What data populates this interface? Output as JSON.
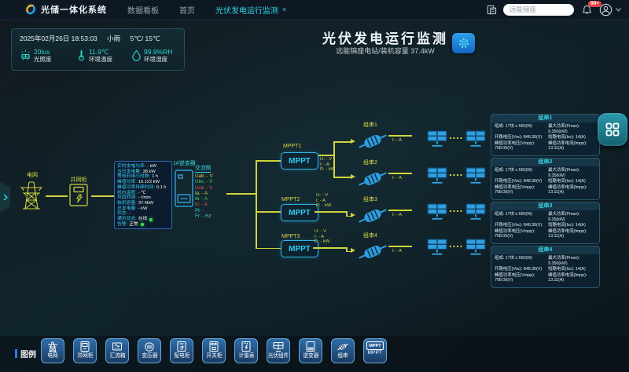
{
  "topbar": {
    "brand": "光储一体化系统",
    "nav": [
      {
        "label": "数据看板"
      },
      {
        "label": "首页"
      }
    ],
    "tab": "光伏发电运行监测",
    "tab_close": "×",
    "station": "远能锦座",
    "notif_badge": "99+"
  },
  "info": {
    "datetime": "2025年02月26日 18:53:03",
    "weather": "小雨",
    "temps": "5℃/ 15℃",
    "stats": [
      {
        "value": "20lux",
        "label": "光照度"
      },
      {
        "value": "11.9℃",
        "label": "环境温度"
      },
      {
        "value": "99.9%RH",
        "label": "环境湿度"
      }
    ]
  },
  "header": {
    "title": "光伏发电运行监测",
    "subtitle": "远能锦座电站/装机容量 37.4kW"
  },
  "diagram": {
    "grid_label": "电网",
    "grid_cabinet_label": "并网柜",
    "inverter_label": "1#逆变器",
    "monitor": {
      "rows": [
        {
          "label": "实时发电功率:",
          "value": "- kW"
        },
        {
          "label": "当日发电量:",
          "value": "38 kW"
        },
        {
          "label": "等效利用小时数:",
          "value": "1 h"
        },
        {
          "label": "峰值功率:",
          "value": "10.122 kW"
        },
        {
          "label": "峰值功率持续时间:",
          "value": "0.1 h"
        },
        {
          "label": "机内温度:",
          "value": "- ℃"
        },
        {
          "label": "风扇转速:",
          "value": "- r/min"
        },
        {
          "label": "装机容量:",
          "value": "37.4kW"
        },
        {
          "label": "总发电量:",
          "value": "- kW"
        },
        {
          "label": "状态:",
          "value": "-"
        },
        {
          "label": "通讯状态:",
          "value": "在线"
        },
        {
          "label": "告警:",
          "value": "正常"
        }
      ]
    },
    "ac": {
      "title": "交流侧",
      "rows": [
        {
          "text": "Uab: - V"
        },
        {
          "text": "Ubc: - V"
        },
        {
          "text": "Uca: - V"
        },
        {
          "text": "Ia: - A"
        },
        {
          "text": "Ib: - A"
        },
        {
          "text": "Ic: - A"
        },
        {
          "text": "Pt: -"
        },
        {
          "text": "Fr: - Hz"
        }
      ]
    },
    "mppts": [
      {
        "name": "MPPT1",
        "box": "MPPT",
        "u": "U: - V",
        "i": "I: - A",
        "p": "P: - kW"
      },
      {
        "name": "MPPT2",
        "box": "MPPT",
        "u": "U: - V",
        "i": "I: - A",
        "p": "P: - kW"
      },
      {
        "name": "MPPT3",
        "box": "MPPT",
        "u": "U: - V",
        "i": "I: - A",
        "p": "P: - kW"
      }
    ],
    "strings": [
      {
        "name": "组串1",
        "current": "I: - A"
      },
      {
        "name": "组串2",
        "current": "I: - A"
      },
      {
        "name": "组串3",
        "current": "I: - A"
      },
      {
        "name": "组串4",
        "current": "I: - A"
      }
    ],
    "string_panels": [
      {
        "title": "组串1",
        "cells": [
          "组成:  17块 x 550(W)",
          "最大功率(Pmax):  9.350(kW)",
          "开路电压(Voc):  848.30(V)",
          "短路电流(Isc):  14(A)",
          "峰值功率电压(Vmpp): 708.05(V)",
          "峰值功率电流(Impp): 13.11(A)"
        ]
      },
      {
        "title": "组串2",
        "cells": [
          "组成:  17块 x 550(W)",
          "最大功率(Pmax):  9.35(kW)",
          "开路电压(Voc):  848.30(V)",
          "短路电流(Isc):  14(A)",
          "峰值功率电压(Vmpp): 708.05(V)",
          "峰值功率电流(Impp): 13.11(A)"
        ]
      },
      {
        "title": "组串3",
        "cells": [
          "组成:  17块 x 550(W)",
          "最大功率(Pmax):  9.35(kW)",
          "开路电压(Voc):  848.30(V)",
          "短路电流(Isc):  14(A)",
          "峰值功率电压(Vmpp): 708.05(V)",
          "峰值功率电流(Impp): 13.11(A)"
        ]
      },
      {
        "title": "组串4",
        "cells": [
          "组成:  17块 x 550(W)",
          "最大功率(Pmax):  9.350(kW)",
          "开路电压(Voc):  848.30(V)",
          "短路电流(Isc):  14(A)",
          "峰值功率电压(Vmpp): 708.05(V)",
          "峰值功率电流(Impp): 13.11(A)"
        ]
      }
    ]
  },
  "legend": {
    "label": "图例",
    "items": [
      {
        "label": "电网",
        "icon": "grid-tower-icon"
      },
      {
        "label": "并网柜",
        "icon": "grid-cabinet-icon"
      },
      {
        "label": "汇流箱",
        "icon": "combiner-box-icon"
      },
      {
        "label": "变压器",
        "icon": "transformer-icon"
      },
      {
        "label": "配电柜",
        "icon": "distribution-cabinet-icon"
      },
      {
        "label": "开关柜",
        "icon": "switch-cabinet-icon"
      },
      {
        "label": "计量表",
        "icon": "meter-icon"
      },
      {
        "label": "光伏组件",
        "icon": "pv-module-icon"
      },
      {
        "label": "逆变器",
        "icon": "inverter-icon"
      },
      {
        "label": "组串",
        "icon": "string-icon"
      },
      {
        "label": "MPPT",
        "icon": "mppt-icon"
      }
    ],
    "mppt_glyph": "MPPT"
  },
  "colors": {
    "accent_cyan": "#35d6e6",
    "line_yellow": "#d2d43e",
    "device_blue": "#2f9fe0",
    "status_green": "#39e050",
    "badge_red": "#e83f3f"
  }
}
